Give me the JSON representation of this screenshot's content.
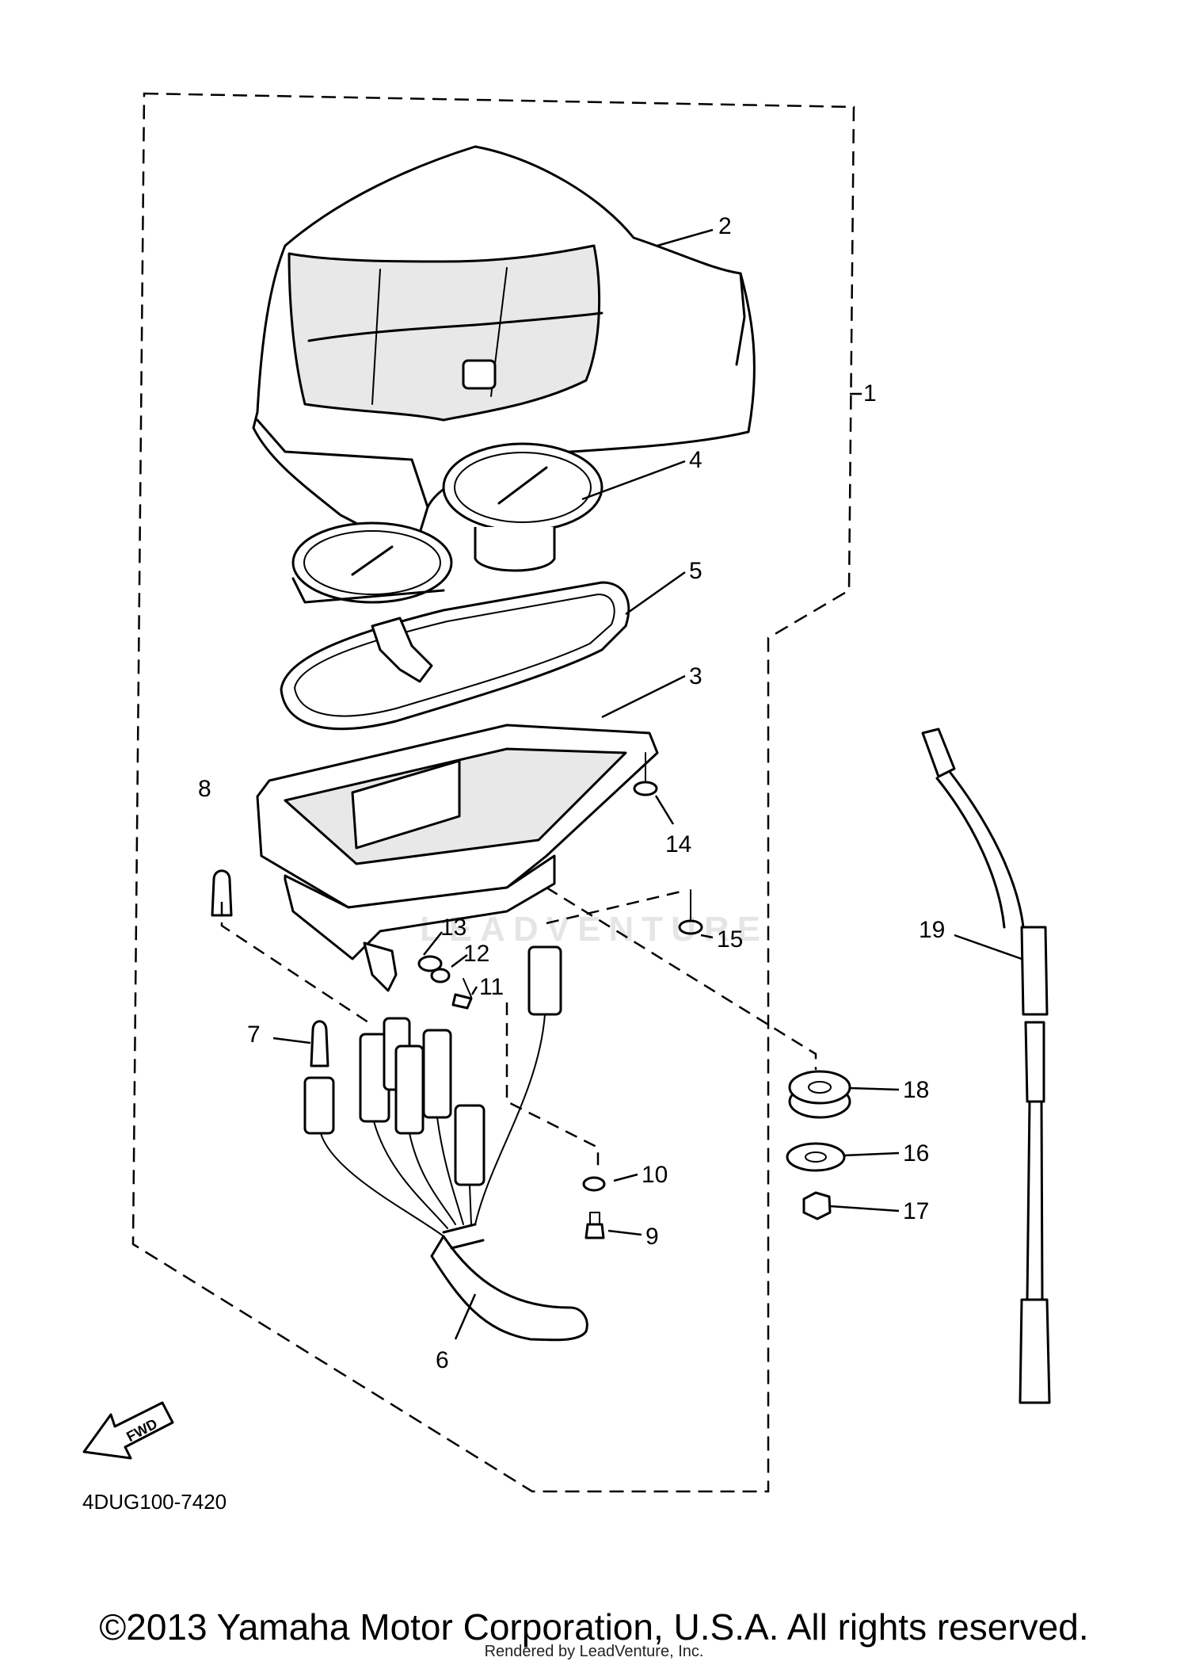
{
  "diagram": {
    "code": "4DUG100-7420",
    "fwd_label": "FWD",
    "watermark": "LEADVENTURE",
    "callouts": [
      "1",
      "2",
      "3",
      "4",
      "5",
      "6",
      "7",
      "8",
      "9",
      "10",
      "11",
      "12",
      "13",
      "14",
      "15",
      "16",
      "17",
      "18",
      "19"
    ]
  },
  "footer": {
    "copyright": "©2013 Yamaha Motor Corporation, U.S.A. All rights reserved.",
    "rendered_by": "Rendered by LeadVenture, Inc."
  },
  "colors": {
    "line": "#000000",
    "background": "#ffffff"
  }
}
